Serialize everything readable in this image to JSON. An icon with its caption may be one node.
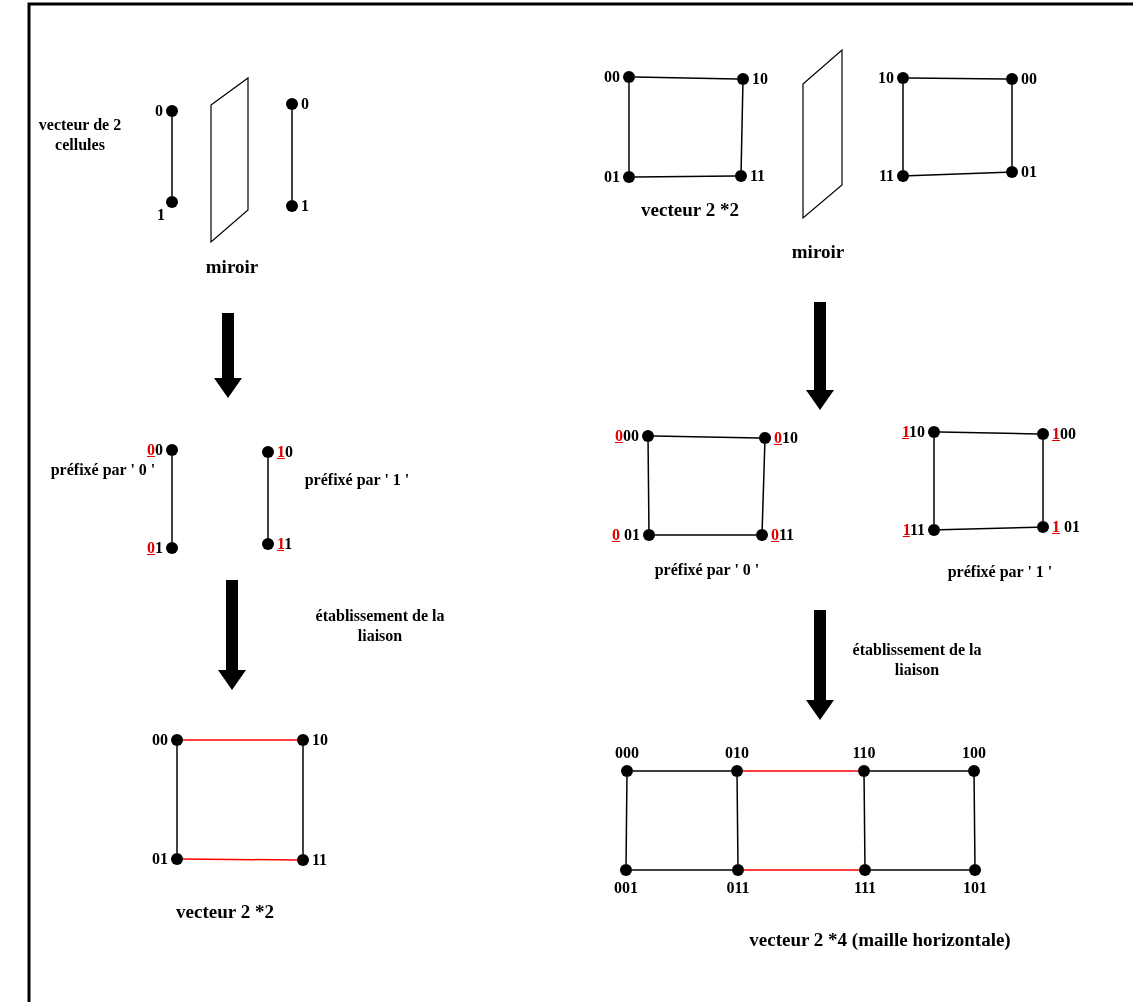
{
  "diagram": {
    "nodes": [
      {
        "text": [],
        "shape": "circle",
        "beside": [
          "0"
        ]
      },
      {
        "text": [],
        "shape": "circle",
        "beside": [
          "1"
        ]
      },
      {
        "text": [],
        "shape": "circle",
        "beside": [
          "0"
        ]
      },
      {
        "text": [],
        "shape": "circle",
        "beside": [
          "1"
        ]
      },
      {
        "text": [],
        "shape": "circle",
        "beside": [
          "00"
        ]
      },
      {
        "text": [],
        "shape": "circle",
        "beside": [
          "01"
        ]
      },
      {
        "text": [],
        "shape": "circle",
        "beside": [
          "10"
        ]
      },
      {
        "text": [],
        "shape": "circle",
        "beside": [
          "11"
        ]
      },
      {
        "text": [],
        "shape": "circle",
        "beside": [
          "00"
        ]
      },
      {
        "text": [],
        "shape": "circle",
        "beside": [
          "10"
        ]
      },
      {
        "text": [],
        "shape": "circle",
        "beside": [
          "01"
        ]
      },
      {
        "text": [],
        "shape": "circle",
        "beside": [
          "11"
        ]
      },
      {
        "text": [],
        "shape": "circle",
        "beside": [
          "00"
        ]
      },
      {
        "text": [],
        "shape": "circle",
        "beside": [
          "10"
        ]
      },
      {
        "text": [],
        "shape": "circle",
        "beside": [
          "01"
        ]
      },
      {
        "text": [],
        "shape": "circle",
        "beside": [
          "11"
        ]
      },
      {
        "text": [],
        "shape": "circle",
        "beside": [
          "10"
        ]
      },
      {
        "text": [],
        "shape": "circle",
        "beside": [
          "00"
        ]
      },
      {
        "text": [],
        "shape": "circle",
        "beside": [
          "11"
        ]
      },
      {
        "text": [],
        "shape": "circle",
        "beside": [
          "01"
        ]
      },
      {
        "text": [],
        "shape": "circle",
        "beside": [
          "000"
        ]
      },
      {
        "text": [],
        "shape": "circle",
        "beside": [
          "010"
        ]
      },
      {
        "text": [],
        "shape": "circle",
        "beside": [
          "0 01"
        ]
      },
      {
        "text": [],
        "shape": "circle",
        "beside": [
          "011"
        ]
      },
      {
        "text": [],
        "shape": "circle",
        "beside": [
          "110"
        ]
      },
      {
        "text": [],
        "shape": "circle",
        "beside": [
          "100"
        ]
      },
      {
        "text": [],
        "shape": "circle",
        "beside": [
          "111"
        ]
      },
      {
        "text": [],
        "shape": "circle",
        "beside": [
          "1 01"
        ]
      },
      {
        "text": [],
        "shape": "circle",
        "beside": [
          "000"
        ]
      },
      {
        "text": [],
        "shape": "circle",
        "beside": [
          "010"
        ]
      },
      {
        "text": [],
        "shape": "circle",
        "beside": [
          "110"
        ]
      },
      {
        "text": [],
        "shape": "circle",
        "beside": [
          "100"
        ]
      },
      {
        "text": [],
        "shape": "circle",
        "beside": [
          "001"
        ]
      },
      {
        "text": [],
        "shape": "circle",
        "beside": [
          "011"
        ]
      },
      {
        "text": [],
        "shape": "circle",
        "beside": [
          "111"
        ]
      },
      {
        "text": [],
        "shape": "circle",
        "beside": [
          "101"
        ]
      }
    ],
    "edges": [
      {
        "from": 0,
        "to": 1,
        "arrow": "none"
      },
      {
        "from": 2,
        "to": 3,
        "arrow": "none"
      },
      {
        "from": 4,
        "to": 5,
        "arrow": "none"
      },
      {
        "from": 6,
        "to": 7,
        "arrow": "none"
      },
      {
        "from": 8,
        "to": 9,
        "arrow": "none",
        "color": "#ff0000"
      },
      {
        "from": 8,
        "to": 10,
        "arrow": "none"
      },
      {
        "from": 9,
        "to": 11,
        "arrow": "none"
      },
      {
        "from": 10,
        "to": 11,
        "arrow": "none",
        "color": "#ff0000"
      },
      {
        "from": 12,
        "to": 13,
        "arrow": "none"
      },
      {
        "from": 12,
        "to": 14,
        "arrow": "none"
      },
      {
        "from": 13,
        "to": 15,
        "arrow": "none"
      },
      {
        "from": 14,
        "to": 15,
        "arrow": "none"
      },
      {
        "from": 16,
        "to": 17,
        "arrow": "none"
      },
      {
        "from": 16,
        "to": 18,
        "arrow": "none"
      },
      {
        "from": 17,
        "to": 19,
        "arrow": "none"
      },
      {
        "from": 18,
        "to": 19,
        "arrow": "none"
      },
      {
        "from": 20,
        "to": 21,
        "arrow": "none"
      },
      {
        "from": 20,
        "to": 22,
        "arrow": "none"
      },
      {
        "from": 21,
        "to": 23,
        "arrow": "none"
      },
      {
        "from": 22,
        "to": 23,
        "arrow": "none"
      },
      {
        "from": 24,
        "to": 25,
        "arrow": "none"
      },
      {
        "from": 24,
        "to": 26,
        "arrow": "none"
      },
      {
        "from": 25,
        "to": 27,
        "arrow": "none"
      },
      {
        "from": 26,
        "to": 27,
        "arrow": "none"
      },
      {
        "from": 28,
        "to": 29,
        "arrow": "none"
      },
      {
        "from": 29,
        "to": 30,
        "arrow": "none",
        "color": "#ff0000"
      },
      {
        "from": 30,
        "to": 31,
        "arrow": "none"
      },
      {
        "from": 32,
        "to": 33,
        "arrow": "none"
      },
      {
        "from": 33,
        "to": 34,
        "arrow": "none",
        "color": "#ff0000"
      },
      {
        "from": 34,
        "to": 35,
        "arrow": "none"
      },
      {
        "from": 28,
        "to": 32,
        "arrow": "none"
      },
      {
        "from": 29,
        "to": 33,
        "arrow": "none"
      },
      {
        "from": 30,
        "to": 34,
        "arrow": "none"
      },
      {
        "from": 31,
        "to": 35,
        "arrow": "none"
      }
    ],
    "labels": [
      "vecteur de 2 cellules",
      "miroir",
      "préfixé par ' 0 '",
      "préfixé par ' 1 '",
      "établissement de la liaison",
      "vecteur 2 *2",
      "vecteur 2 *2",
      "miroir",
      "préfixé par ' 0 '",
      "préfixé par ' 1 '",
      "établissement de la liaison",
      "vecteur 2 *4 (maille horizontale)"
    ]
  }
}
